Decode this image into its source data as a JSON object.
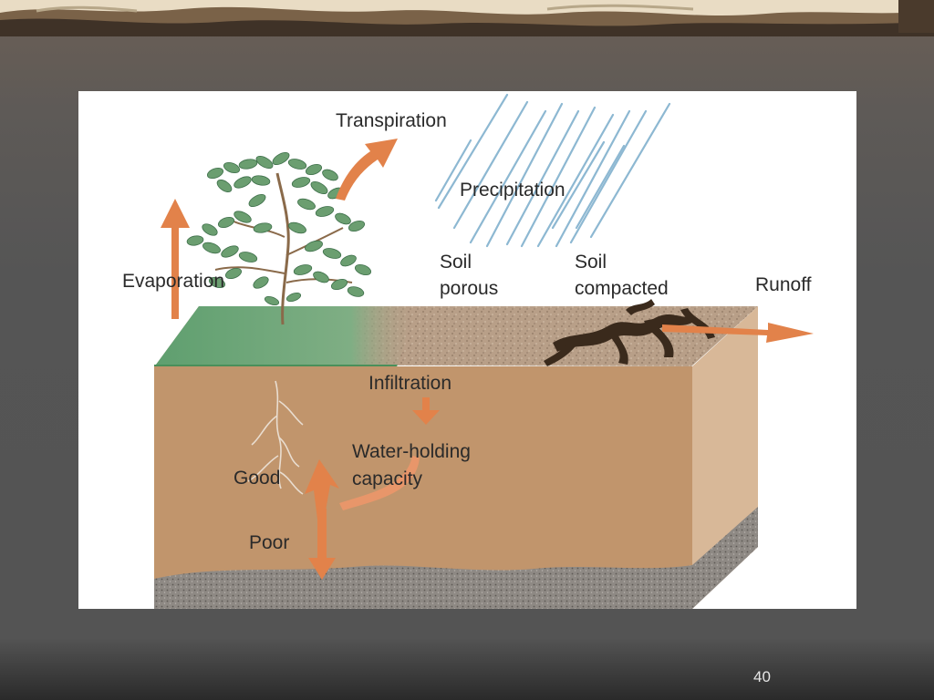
{
  "slide": {
    "page_number": "40"
  },
  "diagram": {
    "labels": {
      "transpiration": "Transpiration",
      "precipitation": "Precipitation",
      "evaporation": "Evaporation",
      "soil_porous": "Soil\nporous",
      "soil_compacted": "Soil\ncompacted",
      "runoff": "Runoff",
      "infiltration": "Infiltration",
      "water_holding": "Water-holding\ncapacity",
      "good": "Good",
      "poor": "Poor"
    },
    "colors": {
      "arrow": "#e2824a",
      "grass": "#6aa678",
      "soil_top": "#c6a58a",
      "soil_front": "#c1956c",
      "soil_side": "#dab99a",
      "gravel": "#8f8a86",
      "rain": "#8db8d2"
    }
  }
}
